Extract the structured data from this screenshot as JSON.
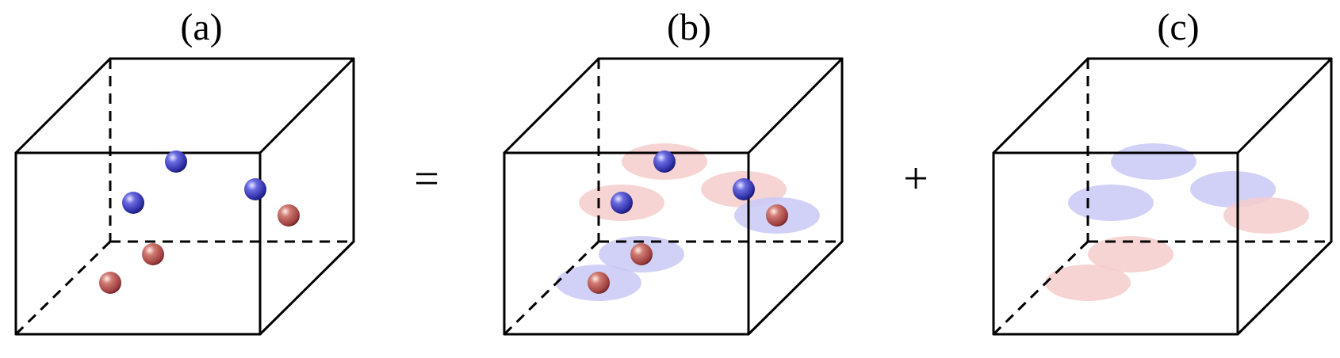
{
  "panels": [
    {
      "label": "(a)",
      "particles": [
        {
          "charge": "negative"
        },
        {
          "charge": "negative"
        },
        {
          "charge": "negative"
        },
        {
          "charge": "positive"
        },
        {
          "charge": "positive"
        },
        {
          "charge": "positive"
        }
      ],
      "clouds": []
    },
    {
      "label": "(b)",
      "particles": [
        {
          "charge": "negative"
        },
        {
          "charge": "negative"
        },
        {
          "charge": "negative"
        },
        {
          "charge": "positive"
        },
        {
          "charge": "positive"
        },
        {
          "charge": "positive"
        }
      ],
      "clouds": [
        {
          "charge": "positive"
        },
        {
          "charge": "positive"
        },
        {
          "charge": "positive"
        },
        {
          "charge": "negative"
        },
        {
          "charge": "negative"
        },
        {
          "charge": "negative"
        }
      ]
    },
    {
      "label": "(c)",
      "particles": [],
      "clouds": [
        {
          "charge": "negative"
        },
        {
          "charge": "negative"
        },
        {
          "charge": "negative"
        },
        {
          "charge": "positive"
        },
        {
          "charge": "positive"
        },
        {
          "charge": "positive"
        }
      ]
    }
  ],
  "operators": [
    "=",
    "+"
  ],
  "colors": {
    "negative_particle": "#3b3bbf",
    "positive_particle": "#b04a4a",
    "negative_cloud": "#c9c9f7",
    "positive_cloud": "#f6cccc",
    "edge": "#000000"
  }
}
